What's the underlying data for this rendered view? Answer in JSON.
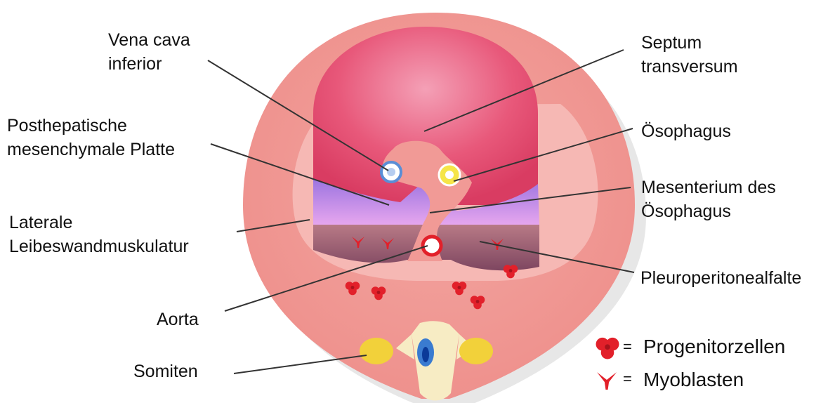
{
  "labels": {
    "vena_cava": [
      "Vena cava",
      "inferior"
    ],
    "septum": [
      "Septum",
      "transversum"
    ],
    "posthepatic": [
      "Posthepatische",
      "mesenchymale Platte"
    ],
    "esophagus": "Ösophagus",
    "mesentery": [
      "Mesenterium des",
      "Ösophagus"
    ],
    "lateral_wall": [
      "Laterale",
      "Leibeswandmuskulatur"
    ],
    "pleuroperitoneal": "Pleuroperitonealfalte",
    "aorta": "Aorta",
    "somites": "Somiten"
  },
  "legend": {
    "progenitor": "Progenitorzellen",
    "myoblast": "Myoblasten",
    "equals": "="
  },
  "colors": {
    "body_wall": "#f19a96",
    "inner_rim": "#f6b7b3",
    "septum": "#e24a6e",
    "posthepatic": "#b48be8",
    "fold": "#9b5867",
    "cell_red": "#e2202a",
    "somite_yellow": "#f2d13a",
    "neural_tube": "#f7ecc4"
  }
}
